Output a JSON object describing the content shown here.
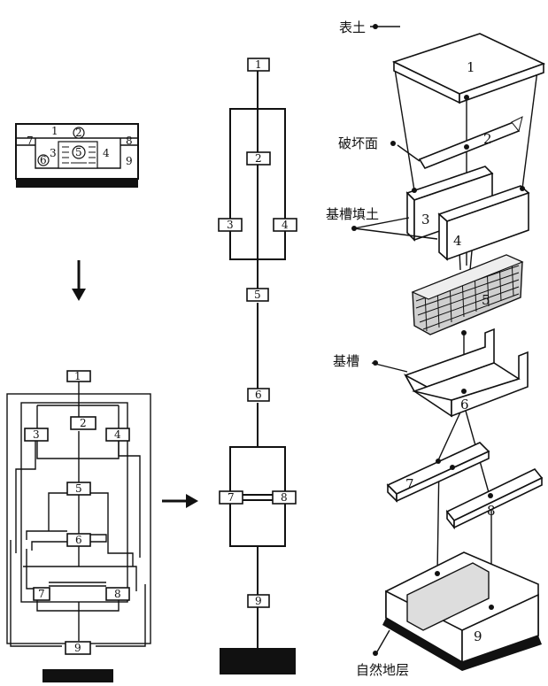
{
  "figure": {
    "annotations": {
      "topsoil": "表土",
      "failure_plane": "破坏面",
      "trench_fill": "基槽填土",
      "trench": "基槽",
      "natural_stratum": "自然地层"
    },
    "node_labels": [
      "1",
      "2",
      "3",
      "4",
      "5",
      "6",
      "7",
      "8",
      "9"
    ],
    "arrow_down_icon": "arrow-down",
    "arrow_right_icon": "arrow-right"
  }
}
